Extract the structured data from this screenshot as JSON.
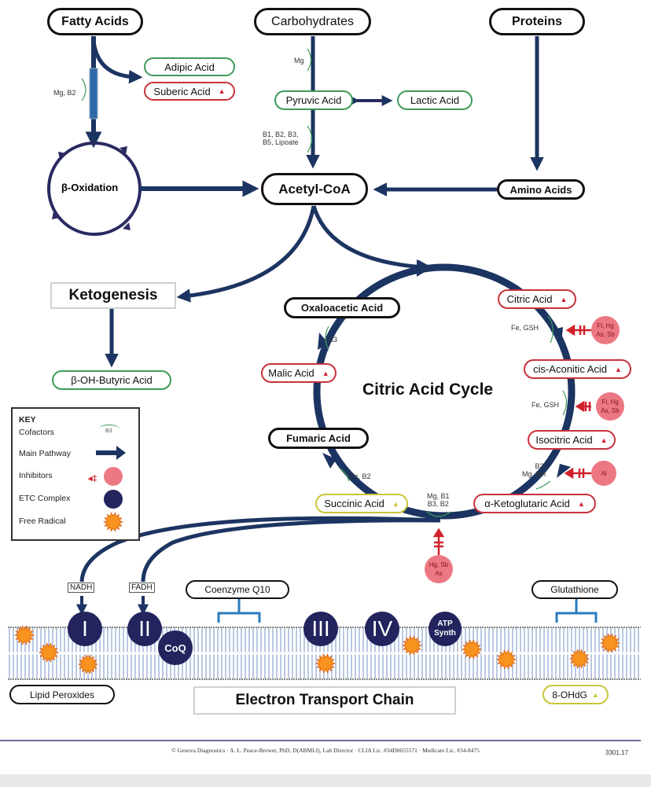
{
  "sources": {
    "fatty_acids": "Fatty Acids",
    "carbohydrates": "Carbohydrates",
    "proteins": "Proteins"
  },
  "markers": {
    "adipic": "Adipic Acid",
    "suberic": "Suberic Acid",
    "pyruvic": "Pyruvic Acid",
    "lactic": "Lactic Acid",
    "amino_acids": "Amino Acids",
    "acetyl_coa": "Acetyl-CoA",
    "beta_oxidation": "β-Oxidation",
    "ketogenesis": "Ketogenesis",
    "beta_oh_butyric": "β-OH-Butyric Acid"
  },
  "cycle": {
    "title": "Citric Acid Cycle",
    "oxaloacetic": "Oxaloacetic Acid",
    "citric": "Citric Acid",
    "cis_aconitic": "cis-Aconitic Acid",
    "isocitric": "Isocitric Acid",
    "alpha_ketoglutaric": "α-Ketoglutaric Acid",
    "succinic": "Succinic Acid",
    "fumaric": "Fumaric Acid",
    "malic": "Malic Acid"
  },
  "cofactors": {
    "fatty": "Mg, B2",
    "carb_mg": "Mg",
    "carb_b": "B1, B2, B3,\nB5, Lipoate",
    "citric": "Fe, GSH",
    "aconitic": "Fe, GSH",
    "isocitric_l1": "B3,",
    "isocitric_l2": "Mg, Mn",
    "akg_l1": "Mg, B1",
    "akg_l2": "B3, B2",
    "succinic": "Fe, B2",
    "malic": "B3"
  },
  "inhibitors": {
    "citric_l1": "Fl, Hg",
    "citric_l2": "As, Sb",
    "aconitic_l1": "Fl, Hg",
    "aconitic_l2": "As, Sb",
    "isocitric": "Al",
    "akg_l1": "Hg, Sb",
    "akg_l2": "As"
  },
  "key": {
    "title": "KEY",
    "cofactors": "Cofactors",
    "cofactor_sample": "B3",
    "main_pathway": "Main Pathway",
    "inhibitors": "Inhibitors",
    "etc_complex": "ETC Complex",
    "free_radical": "Free Radical"
  },
  "etc": {
    "nadh": "NADH",
    "fadh": "FADH",
    "coq10": "Coenzyme Q10",
    "glutathione": "Glutathione",
    "c1": "I",
    "c2": "II",
    "coq": "CoQ",
    "c3": "III",
    "c4": "IV",
    "atp_l1": "ATP",
    "atp_l2": "Synth",
    "lipid_peroxides": "Lipid Peroxides",
    "title": "Electron Transport Chain",
    "ohdg": "8-OHdG"
  },
  "footer": {
    "text": "© Genova Diagnostics · A. L. Peace-Brewer, PhD, D(ABMLI), Lab Director · CLIA Lic. #34D0655571 · Medicare Lic. #34-8475",
    "code": "3301.17"
  },
  "colors": {
    "pathway": "#1c3461",
    "marker_normal": "#3f9a5a",
    "marker_elevated": "#c8323c",
    "marker_yellow": "#c9c43a",
    "inhibitor": "#ec7883",
    "etc": "#23235e",
    "radical": "#f7931e"
  }
}
